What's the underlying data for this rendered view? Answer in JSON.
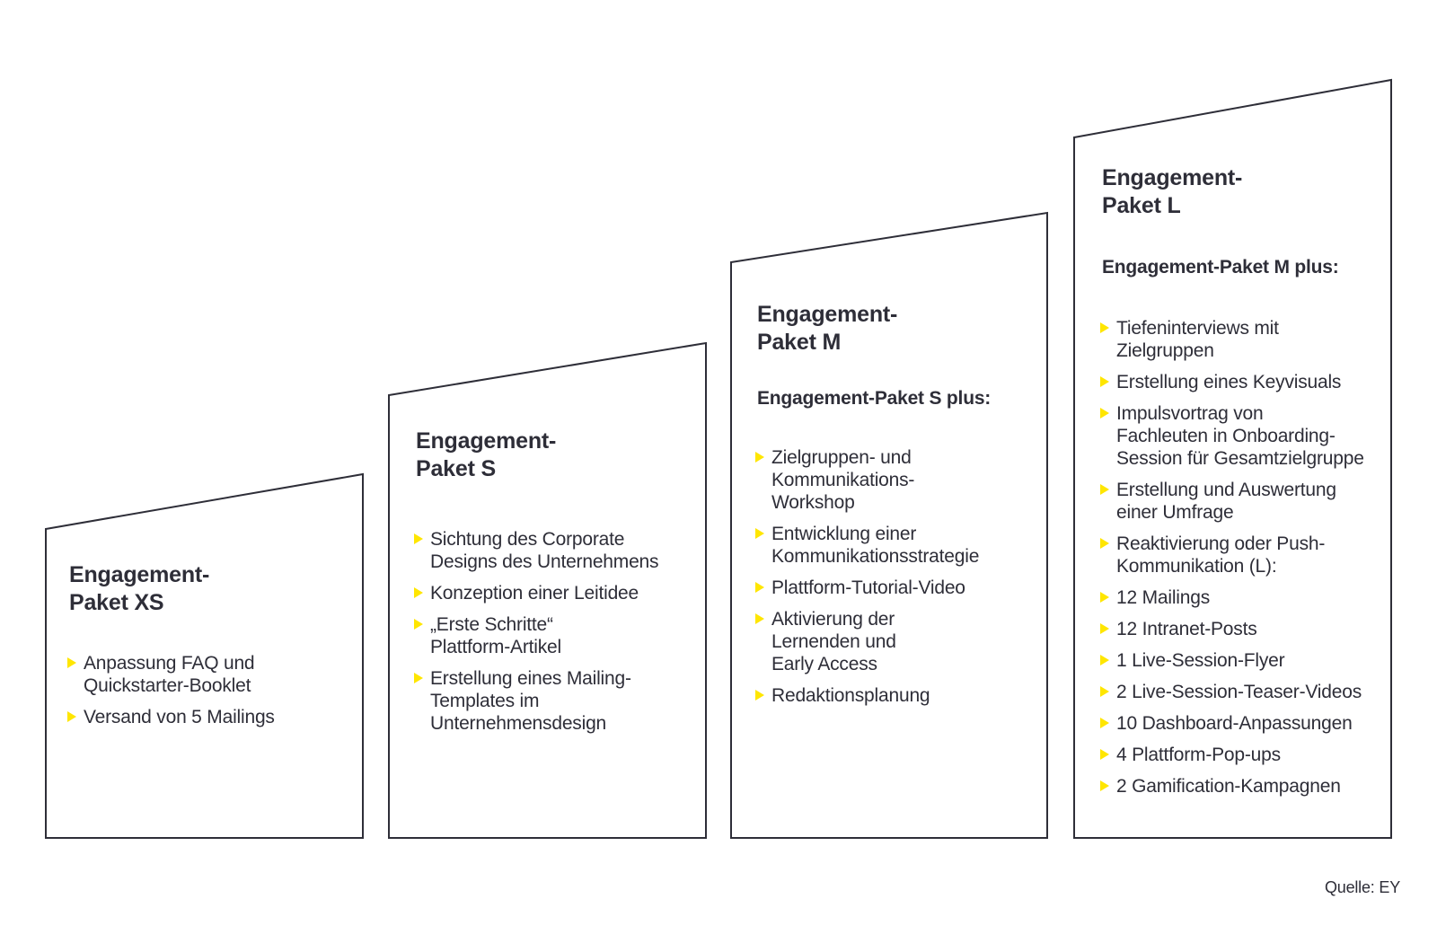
{
  "figure": {
    "type": "ascending-step-package-diagram",
    "source_note": "Quelle: EY"
  },
  "colors": {
    "text": "#2e2e38",
    "accent": "#ffe600",
    "panel_border": "#2e2e38",
    "background": "#ffffff"
  },
  "panels": [
    {
      "id": "xs",
      "title": "Engagement-\nPaket XS",
      "bullets": [
        "Anpassung FAQ und\nQuickstarter-Booklet",
        "Versand von 5 Mailings"
      ]
    },
    {
      "id": "s",
      "title": "Engagement-\nPaket S",
      "bullets": [
        "Sichtung des Corporate\nDesigns des Unternehmens",
        "Konzeption einer Leitidee",
        "„Erste Schritte“\nPlattform-Artikel",
        "Erstellung eines Mailing-\nTemplates im\nUnternehmensdesign"
      ]
    },
    {
      "id": "m",
      "title": "Engagement-\nPaket M",
      "subtitle": "Engagement-Paket S plus:",
      "bullets": [
        "Zielgruppen- und\nKommunikations-\nWorkshop",
        "Entwicklung einer\nKommunikationsstrategie",
        "Plattform-Tutorial-Video",
        "Aktivierung der\nLernenden und\nEarly Access",
        "Redaktionsplanung"
      ]
    },
    {
      "id": "l",
      "title": "Engagement-\nPaket L",
      "subtitle": "Engagement-Paket M plus:",
      "bullets": [
        "Tiefeninterviews mit\nZielgruppen",
        "Erstellung eines Keyvisuals",
        "Impulsvortrag von\nFachleuten in Onboarding-\nSession für Gesamtzielgruppe",
        "Erstellung und Auswertung\neiner Umfrage",
        "Reaktivierung oder Push-\nKommunikation (L):",
        "12 Mailings",
        "12 Intranet-Posts",
        "1 Live-Session-Flyer",
        "2 Live-Session-Teaser-Videos",
        "10 Dashboard-Anpassungen",
        "4 Plattform-Pop-ups",
        "2 Gamification-Kampagnen"
      ]
    }
  ]
}
